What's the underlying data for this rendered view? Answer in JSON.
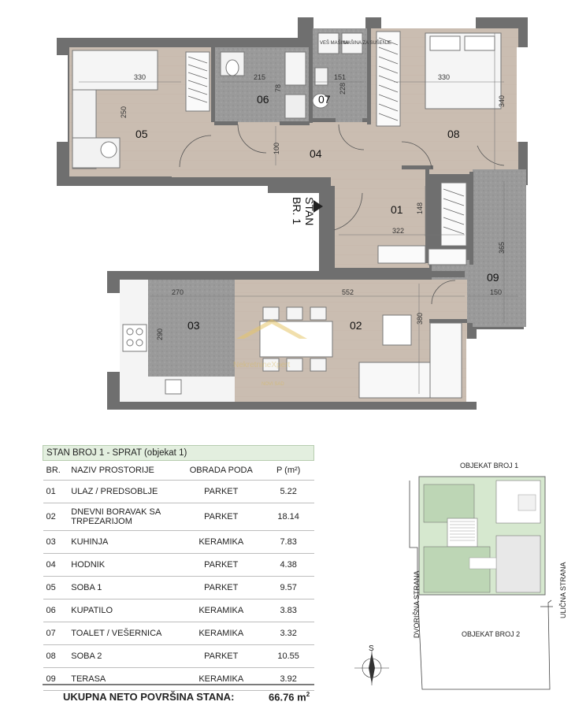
{
  "plan": {
    "entrance_label": [
      "STAN",
      "BR. 1"
    ],
    "rooms": [
      {
        "id": "01"
      },
      {
        "id": "02"
      },
      {
        "id": "03"
      },
      {
        "id": "04"
      },
      {
        "id": "05"
      },
      {
        "id": "06"
      },
      {
        "id": "07"
      },
      {
        "id": "08"
      },
      {
        "id": "09"
      }
    ],
    "dims": [
      "330",
      "215",
      "78",
      "151",
      "228",
      "330",
      "340",
      "250",
      "100",
      "148",
      "322",
      "365",
      "270",
      "552",
      "150",
      "290",
      "380"
    ],
    "appliance_labels": [
      "VEŠ MAŠINA",
      "MAŠINA ZA SUŠENJE"
    ],
    "watermark": "NekretnineXpert",
    "watermark_sub": "NOVI SAD"
  },
  "table": {
    "title": "STAN BROJ 1 - SPRAT (objekat 1)",
    "headers": {
      "no": "BR.",
      "name": "NAZIV PROSTORIJE",
      "floor": "OBRADA PODA",
      "area": "P (m²)"
    },
    "rows": [
      {
        "no": "01",
        "name": "ULAZ / PREDSOBLJE",
        "floor": "PARKET",
        "area": "5.22"
      },
      {
        "no": "02",
        "name": "DNEVNI BORAVAK SA TRPEZARIJOM",
        "floor": "PARKET",
        "area": "18.14"
      },
      {
        "no": "03",
        "name": "KUHINJA",
        "floor": "KERAMIKA",
        "area": "7.83"
      },
      {
        "no": "04",
        "name": "HODNIK",
        "floor": "PARKET",
        "area": "4.38"
      },
      {
        "no": "05",
        "name": "SOBA 1",
        "floor": "PARKET",
        "area": "9.57"
      },
      {
        "no": "06",
        "name": "KUPATILO",
        "floor": "KERAMIKA",
        "area": "3.83"
      },
      {
        "no": "07",
        "name": "TOALET / VEŠERNICA",
        "floor": "KERAMIKA",
        "area": "3.32"
      },
      {
        "no": "08",
        "name": "SOBA 2",
        "floor": "PARKET",
        "area": "10.55"
      },
      {
        "no": "09",
        "name": "TERASA",
        "floor": "KERAMIKA",
        "area": "3.92"
      }
    ],
    "total_label": "UKUPNA NETO POVRŠINA STANA:",
    "total_value": "66.76 m",
    "total_unit_sup": "2"
  },
  "site": {
    "top_label": "OBJEKAT BROJ 1",
    "bottom_label": "OBJEKAT BROJ 2",
    "left_label": "DVORIŠNA STRANA",
    "right_label": "ULIČNA STRANA",
    "north_letter": "S"
  },
  "colors": {
    "wall": "#6f6f6f",
    "parquet": "#c9bcb0",
    "tile": "#9c9c9c",
    "terrace": "#a8a8a8",
    "table_title_bg": "#e3efdf",
    "site_green": "#d6e8cf"
  }
}
